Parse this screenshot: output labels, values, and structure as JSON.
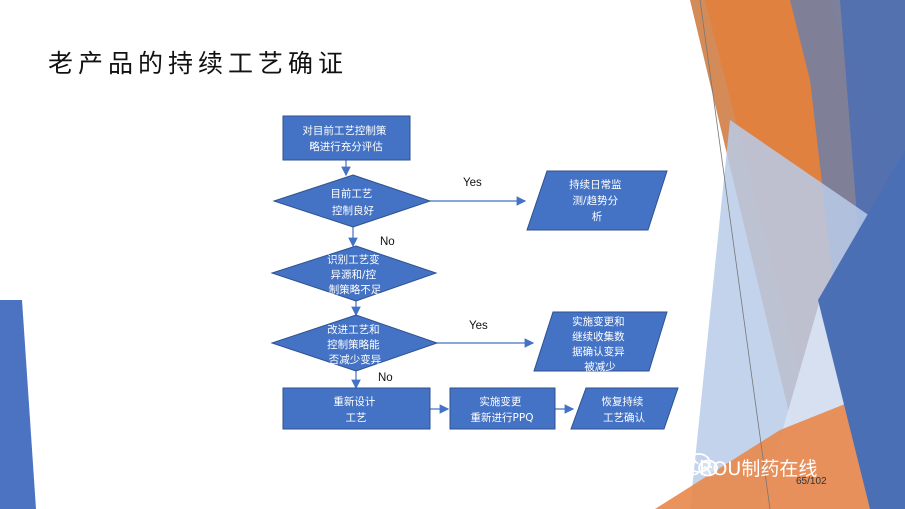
{
  "slide": {
    "title": "老产品的持续工艺确证",
    "page_number": "65/102"
  },
  "watermark": {
    "text": "CROU制药在线",
    "icon": "wechat-icon"
  },
  "flowchart": {
    "nodes": [
      {
        "id": "evaluate",
        "shape": "rect",
        "lines": [
          "对目前工艺控制策",
          "略进行充分评估"
        ]
      },
      {
        "id": "control-good",
        "shape": "diamond",
        "lines": [
          "目前工艺",
          "控制良好"
        ]
      },
      {
        "id": "monitor",
        "shape": "parallelogram",
        "lines": [
          "持续日常监",
          "测/趋势分",
          "析"
        ]
      },
      {
        "id": "identify",
        "shape": "diamond",
        "lines": [
          "识别工艺变",
          "异源和/控",
          "制策略不足"
        ]
      },
      {
        "id": "improve",
        "shape": "diamond",
        "lines": [
          "改进工艺和",
          "控制策略能",
          "否减少变异"
        ]
      },
      {
        "id": "implement-collect",
        "shape": "parallelogram",
        "lines": [
          "实施变更和",
          "继续收集数",
          "据确认变异",
          "被减少"
        ]
      },
      {
        "id": "redesign",
        "shape": "rect",
        "lines": [
          "重新设计",
          "工艺"
        ]
      },
      {
        "id": "implement-ppq",
        "shape": "rect",
        "lines": [
          "实施变更",
          "重新进行PPQ"
        ]
      },
      {
        "id": "restore",
        "shape": "parallelogram",
        "lines": [
          "恢复持续",
          "工艺确认"
        ]
      }
    ],
    "edge_labels": {
      "yes_top": "Yes",
      "no_top": "No",
      "yes_mid": "Yes",
      "no_bottom": "No"
    },
    "colors": {
      "node_fill": "#4472c4",
      "node_stroke": "#2f528f",
      "arrow": "#4472c4",
      "orange": "#e07b39",
      "light_blue": "#b4c7e7"
    }
  }
}
